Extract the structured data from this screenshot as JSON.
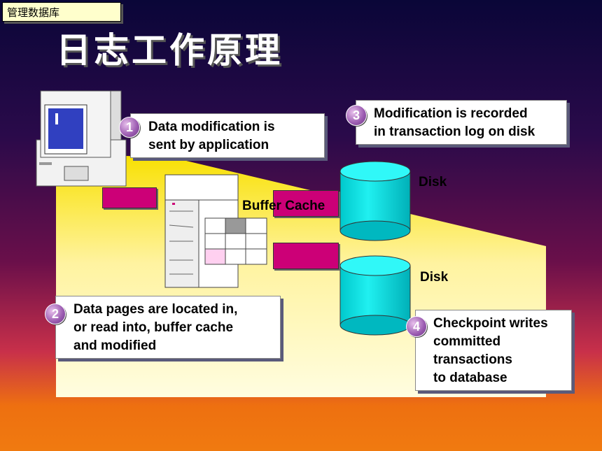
{
  "header_tag": "管理数据库",
  "title": "日志工作原理",
  "steps": [
    {
      "number": "1",
      "text_lines": [
        "Data modification is",
        "sent by application"
      ]
    },
    {
      "number": "2",
      "text_lines": [
        "Data pages are located in,",
        "or read into, buffer cache",
        "and modified"
      ]
    },
    {
      "number": "3",
      "text_lines": [
        "Modification is recorded",
        "in transaction log on disk"
      ]
    },
    {
      "number": "4",
      "text_lines": [
        "Checkpoint writes",
        "committed",
        "transactions",
        "to database"
      ]
    }
  ],
  "labels": {
    "buffer_cache": "Buffer Cache",
    "disk_top": "Disk",
    "disk_bottom": "Disk"
  },
  "colors": {
    "accent_pink": "#cc0077",
    "disk_cyan": "#00e0e0",
    "highlight_yellow": "#ffffa0"
  }
}
